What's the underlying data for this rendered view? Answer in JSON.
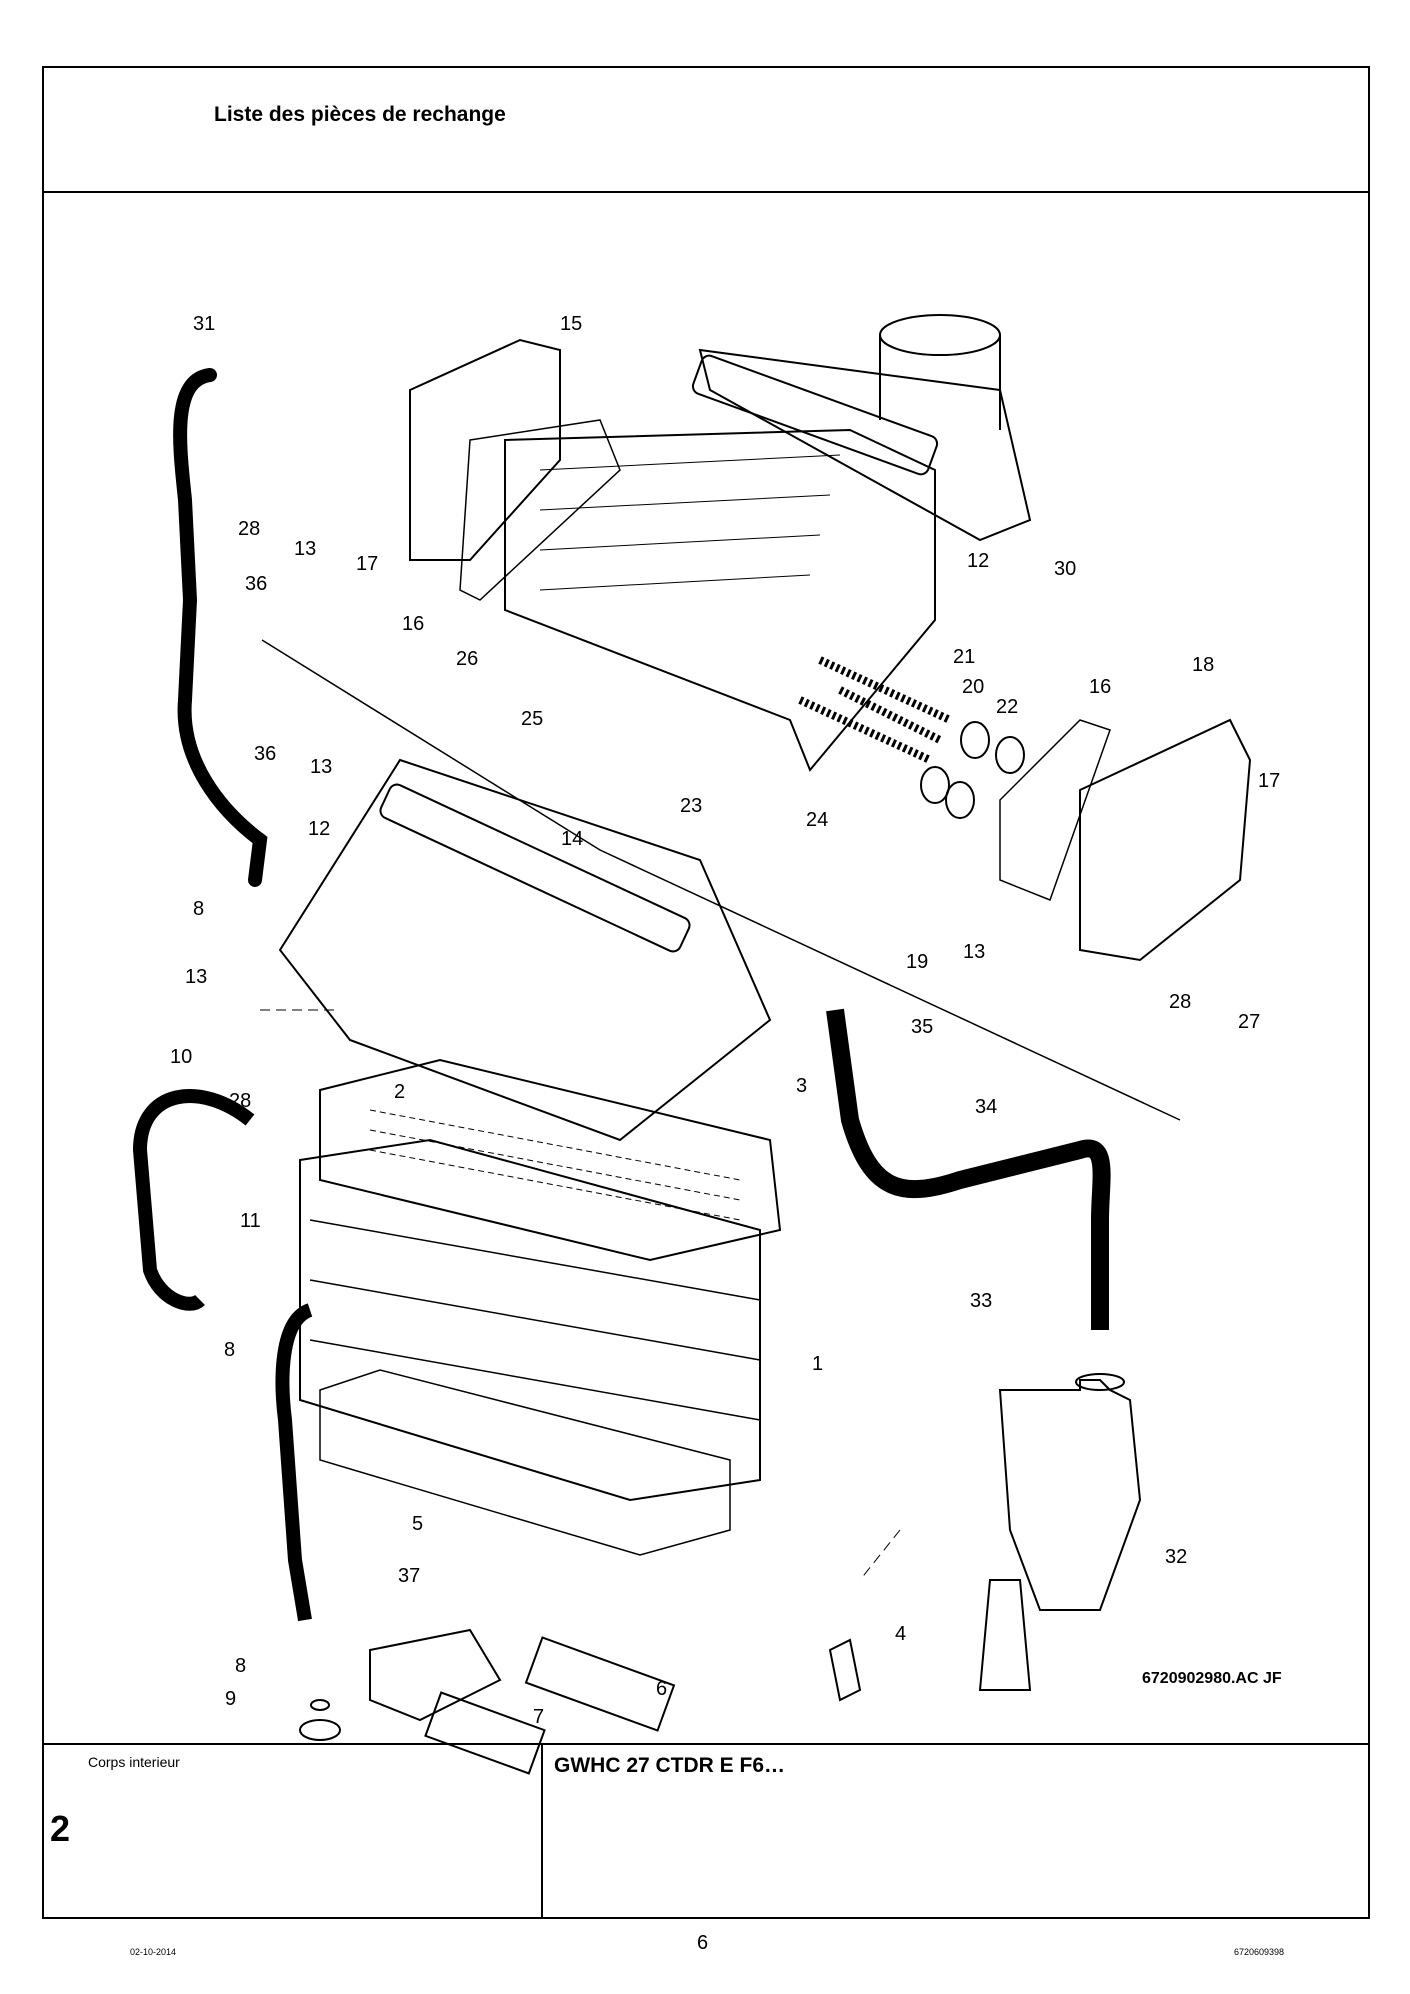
{
  "header": {
    "title": "Liste des pièces de rechange"
  },
  "diagram": {
    "reference": "6720902980.AC JF",
    "callouts": [
      {
        "id": "c31",
        "label": "31"
      },
      {
        "id": "c15",
        "label": "15"
      },
      {
        "id": "c28a",
        "label": "28"
      },
      {
        "id": "c13a",
        "label": "13"
      },
      {
        "id": "c17a",
        "label": "17"
      },
      {
        "id": "c36a",
        "label": "36"
      },
      {
        "id": "c16a",
        "label": "16"
      },
      {
        "id": "c12a",
        "label": "12"
      },
      {
        "id": "c30",
        "label": "30"
      },
      {
        "id": "c26",
        "label": "26"
      },
      {
        "id": "c25",
        "label": "25"
      },
      {
        "id": "c21",
        "label": "21"
      },
      {
        "id": "c20",
        "label": "20"
      },
      {
        "id": "c22",
        "label": "22"
      },
      {
        "id": "c16b",
        "label": "16"
      },
      {
        "id": "c18",
        "label": "18"
      },
      {
        "id": "c36b",
        "label": "36"
      },
      {
        "id": "c13b",
        "label": "13"
      },
      {
        "id": "c12b",
        "label": "12"
      },
      {
        "id": "c14",
        "label": "14"
      },
      {
        "id": "c23",
        "label": "23"
      },
      {
        "id": "c24",
        "label": "24"
      },
      {
        "id": "c17b",
        "label": "17"
      },
      {
        "id": "c8a",
        "label": "8"
      },
      {
        "id": "c19",
        "label": "19"
      },
      {
        "id": "c13c",
        "label": "13"
      },
      {
        "id": "c13d",
        "label": "13"
      },
      {
        "id": "c28b",
        "label": "28"
      },
      {
        "id": "c27",
        "label": "27"
      },
      {
        "id": "c35",
        "label": "35"
      },
      {
        "id": "c10",
        "label": "10"
      },
      {
        "id": "c28c",
        "label": "28"
      },
      {
        "id": "c2",
        "label": "2"
      },
      {
        "id": "c3",
        "label": "3"
      },
      {
        "id": "c34",
        "label": "34"
      },
      {
        "id": "c11",
        "label": "11"
      },
      {
        "id": "c33",
        "label": "33"
      },
      {
        "id": "c8b",
        "label": "8"
      },
      {
        "id": "c1",
        "label": "1"
      },
      {
        "id": "c5",
        "label": "5"
      },
      {
        "id": "c32",
        "label": "32"
      },
      {
        "id": "c37",
        "label": "37"
      },
      {
        "id": "c4",
        "label": "4"
      },
      {
        "id": "c8c",
        "label": "8"
      },
      {
        "id": "c6",
        "label": "6"
      },
      {
        "id": "c9",
        "label": "9"
      },
      {
        "id": "c7",
        "label": "7"
      }
    ]
  },
  "footer_box": {
    "section_label": "Corps interieur",
    "section_number": "2",
    "model": "GWHC 27 CTDR E F6…"
  },
  "footer": {
    "date": "02-10-2014",
    "page": "6",
    "doc_number": "6720609398"
  }
}
